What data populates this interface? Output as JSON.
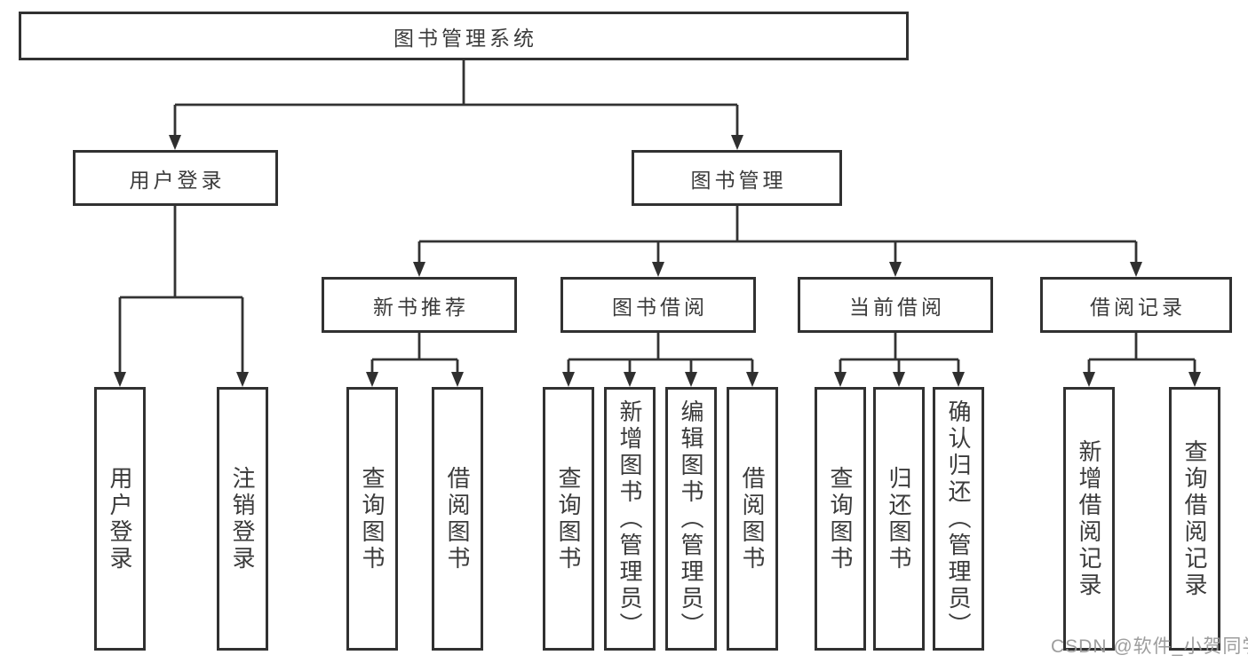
{
  "diagram": {
    "root": {
      "label": "图书管理系统"
    },
    "user_section": {
      "label": "用户登录",
      "children": [
        {
          "label": "用户登录"
        },
        {
          "label": "注销登录"
        }
      ]
    },
    "book_section": {
      "label": "图书管理",
      "groups": [
        {
          "label": "新书推荐",
          "children": [
            {
              "label": "查询图书"
            },
            {
              "label": "借阅图书"
            }
          ]
        },
        {
          "label": "图书借阅",
          "children": [
            {
              "label": "查询图书"
            },
            {
              "label": "新增图书（管理员）"
            },
            {
              "label": "编辑图书（管理员）"
            },
            {
              "label": "借阅图书"
            }
          ]
        },
        {
          "label": "当前借阅",
          "children": [
            {
              "label": "查询图书"
            },
            {
              "label": "归还图书"
            },
            {
              "label": "确认归还（管理员）"
            }
          ]
        },
        {
          "label": "借阅记录",
          "children": [
            {
              "label": "新增借阅记录"
            },
            {
              "label": "查询借阅记录"
            }
          ]
        }
      ]
    }
  },
  "watermark": {
    "text": "CSDN @软件_小贺同学"
  },
  "colors": {
    "line": "#333333",
    "box_border": "#313131",
    "text": "#3b3b3b",
    "watermark": "#989898",
    "background": "#ffffff"
  }
}
